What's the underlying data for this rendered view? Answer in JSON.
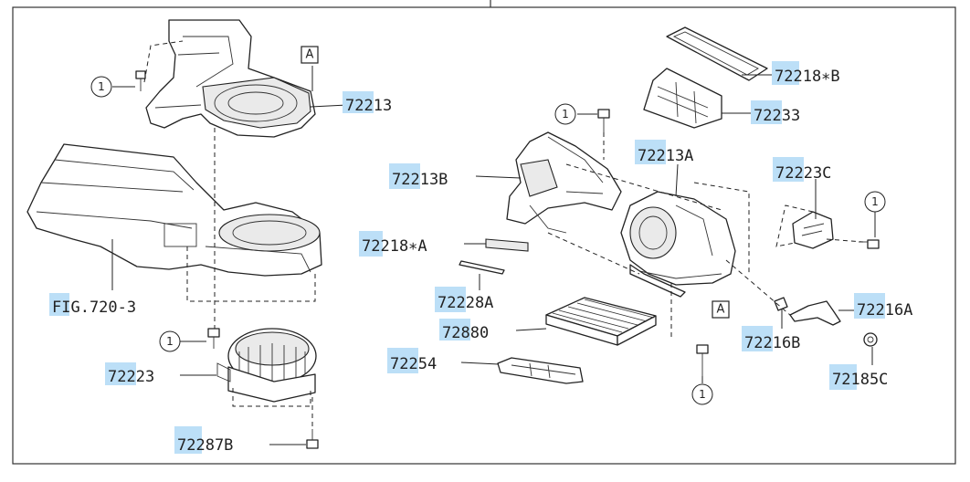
{
  "diagram": {
    "callouts": {
      "p72213": "72213",
      "fig7203": "FIG.720-3",
      "p72223": "72223",
      "p72287b": "72287B",
      "p72218b": "72218∗B",
      "p72233": "72233",
      "p72213a": "72213A",
      "p72223c": "72223C",
      "p72213b": "72213B",
      "p72218a": "72218∗A",
      "p72228a": "72228A",
      "p72880": "72880",
      "p72254": "72254",
      "p72216a": "72216A",
      "p72216b": "72216B",
      "p72185c": "72185C"
    },
    "ref_marker": "1",
    "section_marker": "A"
  }
}
